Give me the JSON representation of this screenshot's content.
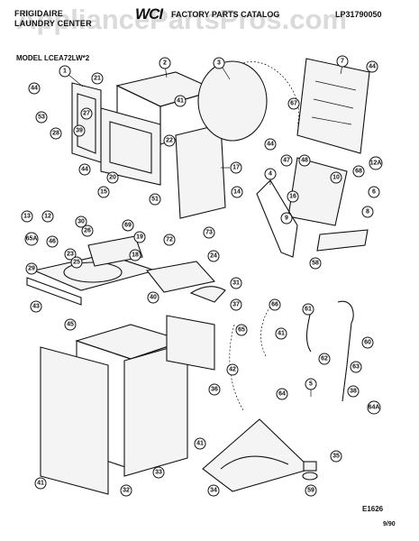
{
  "header": {
    "brand_line1": "FRIGIDAIRE",
    "brand_line2": "LAUNDRY CENTER",
    "logo": "WCI",
    "catalog_title": "FACTORY PARTS CATALOG",
    "catalog_number": "LP31790050"
  },
  "model_label": "MODEL LCEA72LW*2",
  "watermark": "AppliancePartsPros.com",
  "footer": {
    "diagram_code": "E1626",
    "date": "9/90"
  },
  "parts": [
    "1",
    "2",
    "3",
    "4",
    "5",
    "6",
    "7",
    "8",
    "9",
    "10",
    "12",
    "13",
    "14",
    "15",
    "16",
    "17",
    "18",
    "19",
    "20",
    "21",
    "22",
    "23",
    "24",
    "25",
    "26",
    "27",
    "28",
    "29",
    "30",
    "31",
    "32",
    "33",
    "34",
    "35",
    "36",
    "37",
    "38",
    "39",
    "40",
    "41",
    "41",
    "41",
    "41",
    "42",
    "43",
    "44",
    "44",
    "44",
    "44",
    "45",
    "46",
    "47",
    "48",
    "51",
    "53",
    "58",
    "59",
    "60",
    "61",
    "62",
    "63",
    "64",
    "65",
    "66",
    "67",
    "68",
    "69",
    "72",
    "73",
    "12A",
    "64A",
    "65A"
  ]
}
